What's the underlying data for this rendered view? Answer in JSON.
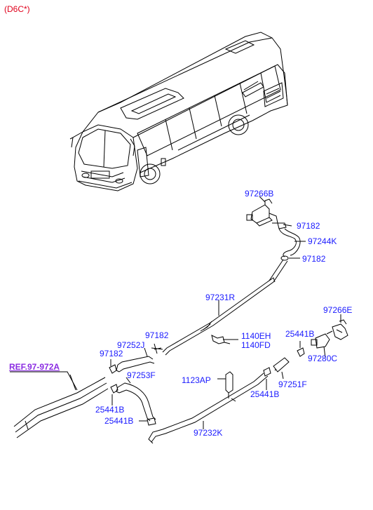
{
  "header": {
    "variant": "(D6C*)"
  },
  "reference": {
    "text": "REF.97-972A"
  },
  "parts": {
    "p97266B": "97266B",
    "p97182_a": "97182",
    "p97244K": "97244K",
    "p97182_b": "97182",
    "p97231R": "97231R",
    "p97266E": "97266E",
    "p1140EH": "1140EH",
    "p1140FD": "1140FD",
    "p25441B_a": "25441B",
    "p97280C": "97280C",
    "p97182_c": "97182",
    "p97252J": "97252J",
    "p97182_d": "97182",
    "p97253F": "97253F",
    "p1123AP": "1123AP",
    "p97251F": "97251F",
    "p25441B_b": "25441B",
    "p25441B_c": "25441B",
    "p25441B_d": "25441B",
    "p97232K": "97232K"
  },
  "colors": {
    "label": "#1a1aff",
    "reference": "#8a2be2",
    "header": "#e0001b",
    "line": "#000000"
  }
}
